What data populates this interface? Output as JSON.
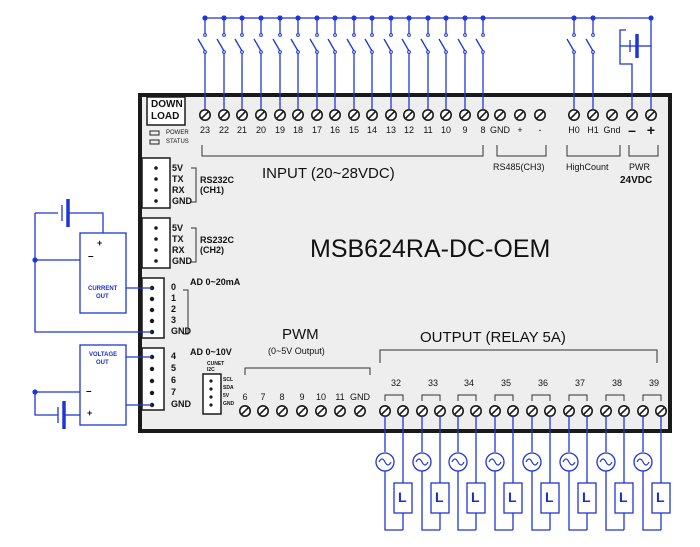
{
  "colors": {
    "wire": "#1f35d6",
    "board": "#eeeeee",
    "border": "#1a1a1a",
    "text": "#111111",
    "label_blue": "#1a2fc8"
  },
  "board": {
    "model": "MSB624RA-DC-OEM",
    "download": [
      "DOWN",
      "LOAD"
    ],
    "leds": [
      "POWER",
      "STATUS"
    ]
  },
  "input": {
    "title": "INPUT (20~28VDC)",
    "terminals": [
      "23",
      "22",
      "21",
      "20",
      "19",
      "18",
      "17",
      "16",
      "15",
      "14",
      "13",
      "12",
      "11",
      "10",
      "9",
      "8"
    ]
  },
  "rs485": {
    "terminals": [
      "GND",
      "+",
      "-"
    ],
    "label": "RS485(CH3)"
  },
  "highcount": {
    "terminals": [
      "H0",
      "H1",
      "Gnd"
    ],
    "label": "HighCount"
  },
  "pwr": {
    "terminals": [
      "–",
      "+"
    ],
    "label": "PWR",
    "voltage": "24VDC"
  },
  "rs232_ch1": {
    "pins": [
      "5V",
      "TX",
      "RX",
      "GND"
    ],
    "name": "RS232C",
    "channel": "(CH1)"
  },
  "rs232_ch2": {
    "pins": [
      "5V",
      "TX",
      "RX",
      "GND"
    ],
    "name": "RS232C",
    "channel": "(CH2)"
  },
  "ad_current": {
    "label": "AD 0~20mA",
    "pins": [
      "0",
      "1",
      "2",
      "3",
      "GND"
    ]
  },
  "ad_voltage": {
    "label": "AD 0~10V",
    "pins": [
      "4",
      "5",
      "6",
      "7",
      "GND"
    ]
  },
  "cunet": {
    "name": "CUNET",
    "bus": "I2C",
    "pins": [
      "SCL",
      "SDA",
      "5V",
      "GND"
    ]
  },
  "pwm": {
    "title": "PWM",
    "subtitle": "(0~5V Output)",
    "terminals": [
      "6",
      "7",
      "8",
      "9",
      "10",
      "11",
      "GND"
    ]
  },
  "output": {
    "title": "OUTPUT (RELAY 5A)",
    "terminals": [
      "32",
      "33",
      "34",
      "35",
      "36",
      "37",
      "38",
      "39"
    ],
    "load_label": "L"
  },
  "current_out": {
    "lines": [
      "CURRENT",
      "OUT"
    ],
    "plus": "+",
    "minus": "–"
  },
  "voltage_out": {
    "lines": [
      "VOLTAGE",
      "OUT"
    ],
    "plus": "+",
    "minus": "–"
  }
}
